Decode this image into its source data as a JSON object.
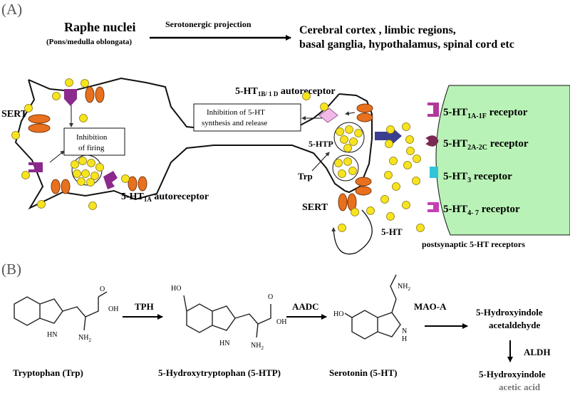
{
  "panel_a": {
    "label": "(A)",
    "raphe": {
      "title": "Raphe nuclei",
      "subtitle": "(Pons/medulla oblongata)"
    },
    "projection_label": "Serotonergic projection",
    "targets": {
      "line1": "Cerebral cortex , limbic regions,",
      "line2": "basal ganglia, hypothalamus,  spinal cord  etc"
    },
    "sert_left": "SERT",
    "inhibition_firing": {
      "line1": "Inhibition",
      "line2": "of firing"
    },
    "autoreceptor_1a": {
      "prefix": "5-HT",
      "sub": "1A",
      "suffix": " autoreceptor"
    },
    "autoreceptor_1b": {
      "prefix": "5-HT",
      "sub": "1B/ 1 D",
      "suffix": " autoreceptor"
    },
    "inhibition_synthesis": {
      "line1": "Inhibition of 5-HT",
      "line2": "synthesis and release"
    },
    "htp_label": "5-HTP",
    "trp_label": "Trp",
    "sert_right": "SERT",
    "ht_label": "5-HT",
    "receptors": [
      {
        "prefix": "5-HT",
        "sub": "1A-1F",
        "suffix": " receptor",
        "color": "#b2399a"
      },
      {
        "prefix": "5-HT",
        "sub": "2A-2C",
        "suffix": " receptor",
        "color": "#7a2a52"
      },
      {
        "prefix": "5-HT",
        "sub": "3",
        "suffix": "  receptor",
        "color": "#2fc4d6"
      },
      {
        "prefix": "5-HT",
        "sub": "4- 7",
        "suffix": "  receptor",
        "color": "#c53fb4"
      }
    ],
    "postsynaptic_label": "postsynaptic 5-HT receptors"
  },
  "panel_b": {
    "label": "(B)",
    "compounds": {
      "trp": "Tryptophan (Trp)",
      "htp": "5-Hydroxytryptophan (5-HTP)",
      "serotonin": "Serotonin (5-HT)",
      "aldehyde": {
        "line1": "5-Hydroxyindole",
        "line2": "acetaldehyde"
      },
      "acid": {
        "line1": "5-Hydroxyindole",
        "line2": "acetic acid"
      }
    },
    "enzymes": {
      "tph": "TPH",
      "aadc": "AADC",
      "maoa": "MAO-A",
      "aldh": "ALDH"
    },
    "atoms": {
      "hn": "HN",
      "oh": "OH",
      "nh2": "NH",
      "nh2_sub": "2",
      "ho": "HO",
      "h": "H",
      "n": "N",
      "o": "O"
    }
  },
  "colors": {
    "granule": "#f7e41e",
    "sert": "#e8701e",
    "autoreceptor": "#8b2a8c",
    "autoreceptor_1b": "#f2b8e8",
    "postsynaptic": "#b9f2b6",
    "big_arrow": "#3b3f8f"
  }
}
